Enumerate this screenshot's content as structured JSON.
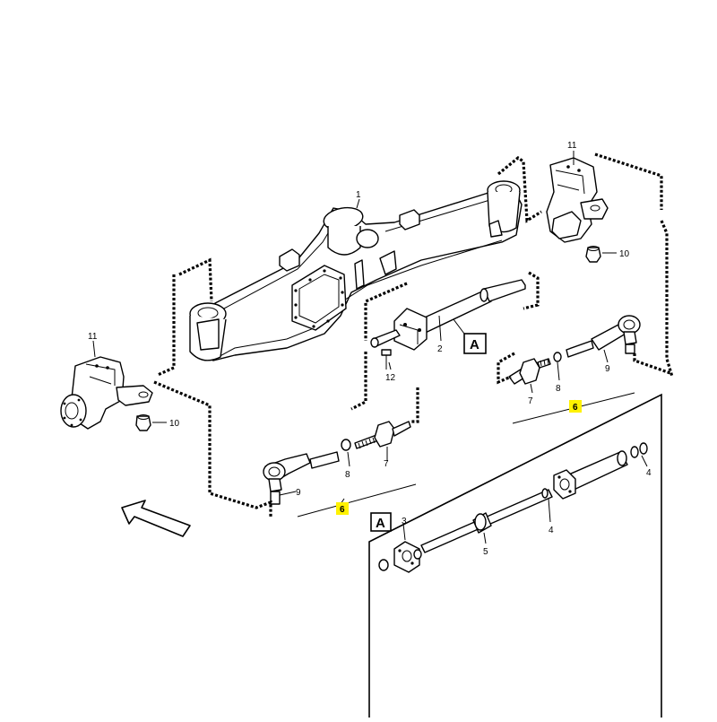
{
  "callouts": {
    "c1": "1",
    "c2": "2",
    "c3": "3",
    "c4a": "4",
    "c4b": "4",
    "c5": "5",
    "c6_left": "6",
    "c6_right": "6",
    "c7_left": "7",
    "c7_right": "7",
    "c8_left": "8",
    "c8_right": "8",
    "c9_left": "9",
    "c9_right": "9",
    "c10_left": "10",
    "c10_right": "10",
    "c11_left": "11",
    "c11_right": "11",
    "c12": "12"
  },
  "detail": {
    "ref_box": "A",
    "inset_box": "A"
  },
  "highlight_color": "#fff200",
  "icons": {
    "direction": "forward-direction-arrow-icon"
  }
}
